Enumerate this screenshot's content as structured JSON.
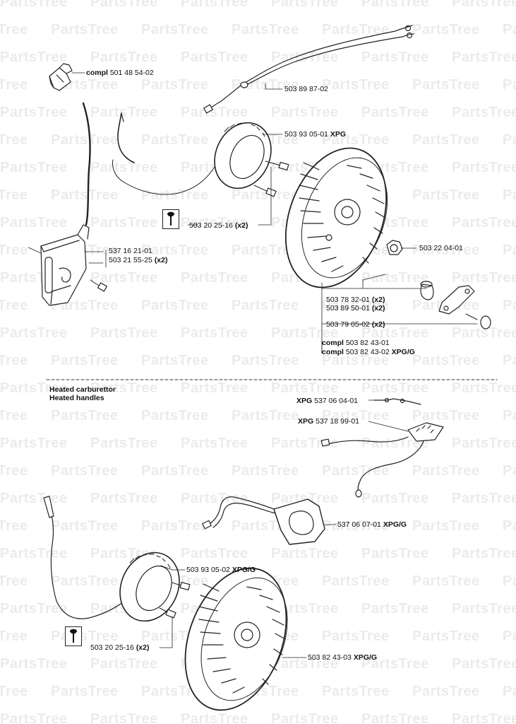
{
  "watermark": {
    "text": "PartsTree"
  },
  "section_divider": {
    "heading_line1": "Heated carburettor",
    "heading_line2": "Heated handles"
  },
  "labels": {
    "l1": {
      "prefix": "compl",
      "number": "501 48 54-02",
      "suffix": ""
    },
    "l2": {
      "prefix": "",
      "number": "503 89 87-02",
      "suffix": ""
    },
    "l3": {
      "prefix": "",
      "number": "503 93 05-01",
      "suffix": "XPG"
    },
    "l4": {
      "prefix": "",
      "number": "503 20 25-16",
      "suffix": "(x2)"
    },
    "l5": {
      "prefix": "",
      "number": "537 16 21-01",
      "suffix": ""
    },
    "l6": {
      "prefix": "",
      "number": "503 21 55-25",
      "suffix": "(x2)"
    },
    "l7": {
      "prefix": "",
      "number": "503 22 04-01",
      "suffix": ""
    },
    "l8": {
      "prefix": "",
      "number": "503 78 32-01",
      "suffix": "(x2)"
    },
    "l9": {
      "prefix": "",
      "number": "503 89 50-01",
      "suffix": "(x2)"
    },
    "l10": {
      "prefix": "",
      "number": "503 79 05-02",
      "suffix": "(x2)"
    },
    "l11": {
      "prefix": "compl",
      "number": "503 82 43-01",
      "suffix": ""
    },
    "l12": {
      "prefix": "compl",
      "number": "503 82 43-02",
      "suffix": "XPG/G"
    },
    "l13": {
      "prefix": "XPG",
      "number": "537 06 04-01",
      "suffix": ""
    },
    "l14": {
      "prefix": "XPG",
      "number": "537 18 99-01",
      "suffix": ""
    },
    "l15": {
      "prefix": "",
      "number": "537 06 07-01",
      "suffix": "XPG/G"
    },
    "l16": {
      "prefix": "",
      "number": "503 93 05-02",
      "suffix": "XPG/G"
    },
    "l17": {
      "prefix": "",
      "number": "503 20 25-16",
      "suffix": "(x2)"
    },
    "l18": {
      "prefix": "",
      "number": "503 82 43-03",
      "suffix": "XPG/G"
    }
  },
  "icons": {
    "torque": "wrench-icon"
  }
}
